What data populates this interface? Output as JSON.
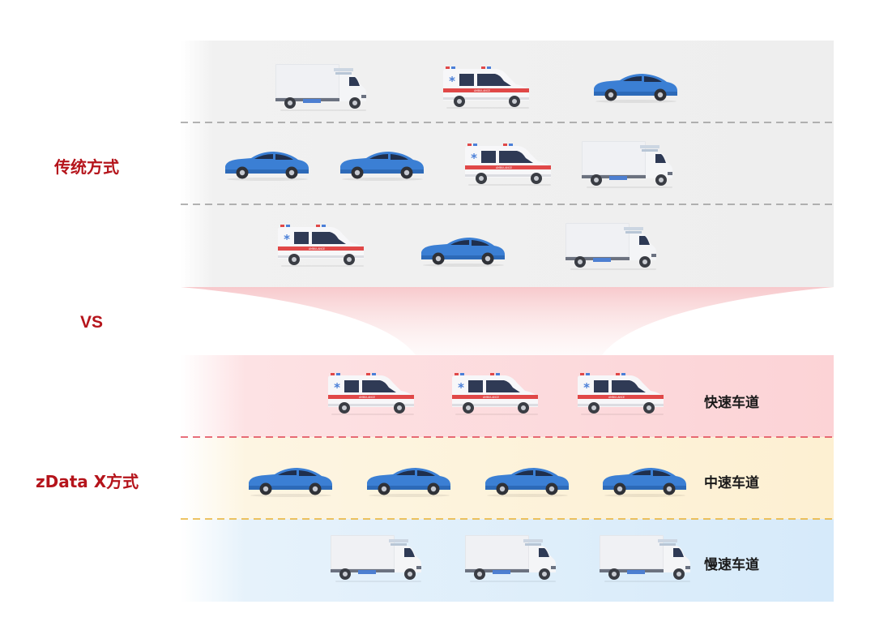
{
  "traditional": {
    "label": "传统方式"
  },
  "vs": {
    "label": "VS"
  },
  "zdata": {
    "label": "zData X方式"
  },
  "lanes": {
    "fast": {
      "label": "快速车道"
    },
    "medium": {
      "label": "中速车道"
    },
    "slow": {
      "label": "慢速车道"
    }
  },
  "ambulance": {
    "text": "AMBULANCE"
  },
  "colors": {
    "accent": "#b5141b",
    "car_blue": "#3b7fd4",
    "ambulance_stripe": "#e04848",
    "fast_lane": "#fcd3d6",
    "medium_lane": "#fdf0d2",
    "slow_lane": "#d6eafa",
    "traditional_road": "#eeeeee"
  }
}
